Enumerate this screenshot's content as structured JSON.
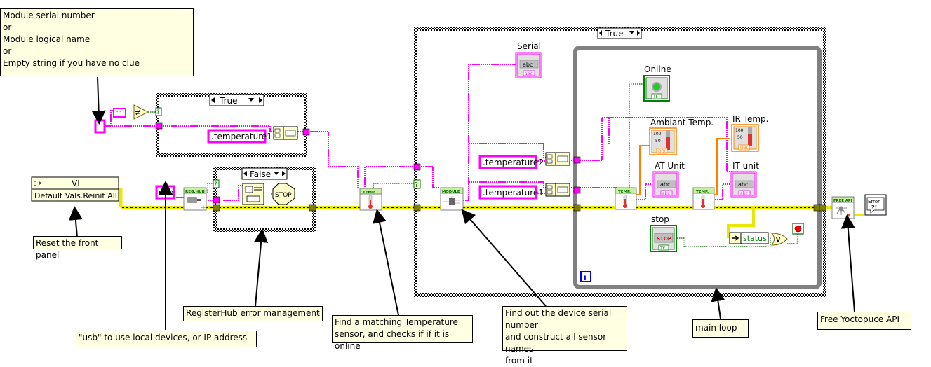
{
  "comments": {
    "module_input": "Module serial number\nor\nModule  logical name\nor\nEmpty string if you have no clue",
    "reset_panel": "Reset the front panel",
    "usb_hint": "\"usb\" to use local devices, or IP address",
    "registerhub_error": "RegisterHub error management",
    "find_temperature": "Find a matching Temperature\nsensor, and checks if if it is online",
    "find_serial": "Find out the device serial number\nand construct all sensor names\nfrom it",
    "main_loop": "main loop",
    "free_api": "Free Yoctopuce API"
  },
  "nodes": {
    "invoke_header": "VI",
    "invoke_method": "Default Vals.Reinit All",
    "usb_constant": "usb",
    "empty_string_glyph": "\"\"",
    "not_equal_glyph": "≠",
    "reg_hub_label": "REG.HUB",
    "temp_label": "TEMP.",
    "module_label": "MODULE",
    "free_api_label": "FREE API",
    "stop_glyph": "STOP",
    "error_line1": "Error",
    "error_line2": "?!",
    "status_label": "status",
    "or_glyph": "V",
    "iteration_glyph": "i",
    "selector_glyph": "?"
  },
  "case_structures": {
    "top_case": "True",
    "error_case": "False",
    "main_case": "True"
  },
  "string_constants": {
    "temp1_top": ".temperature1",
    "temp2": ".temperature2",
    "temp1_main": ".temperature1"
  },
  "indicators": {
    "serial": {
      "label": "Serial",
      "value": "abc",
      "type": "abc"
    },
    "online": {
      "label": "Online",
      "type": "TF",
      "state": true
    },
    "ambiant_temp": {
      "label": "Ambiant Temp.",
      "type": "DBL",
      "scale_top": "100",
      "scale_mid": "50"
    },
    "ir_temp": {
      "label": "IR Temp.",
      "type": "DBL",
      "scale_top": "100",
      "scale_mid": "50"
    },
    "at_unit": {
      "label": "AT Unit",
      "value": "abc",
      "type": "abc"
    },
    "it_unit": {
      "label": "IT unit",
      "value": "abc",
      "type": "abc"
    }
  },
  "controls": {
    "stop": {
      "label": "stop",
      "button_text": "STOP",
      "type": "TF"
    }
  },
  "colors": {
    "string_wire": "#ff00ff",
    "error_wire": "#e8e800",
    "bool_wire": "#006600",
    "dbl_wire": "#ff7f00",
    "comment_bg": "#ffffe1",
    "loop_frame": "#808080",
    "stop_indicator": "#ff0000"
  }
}
